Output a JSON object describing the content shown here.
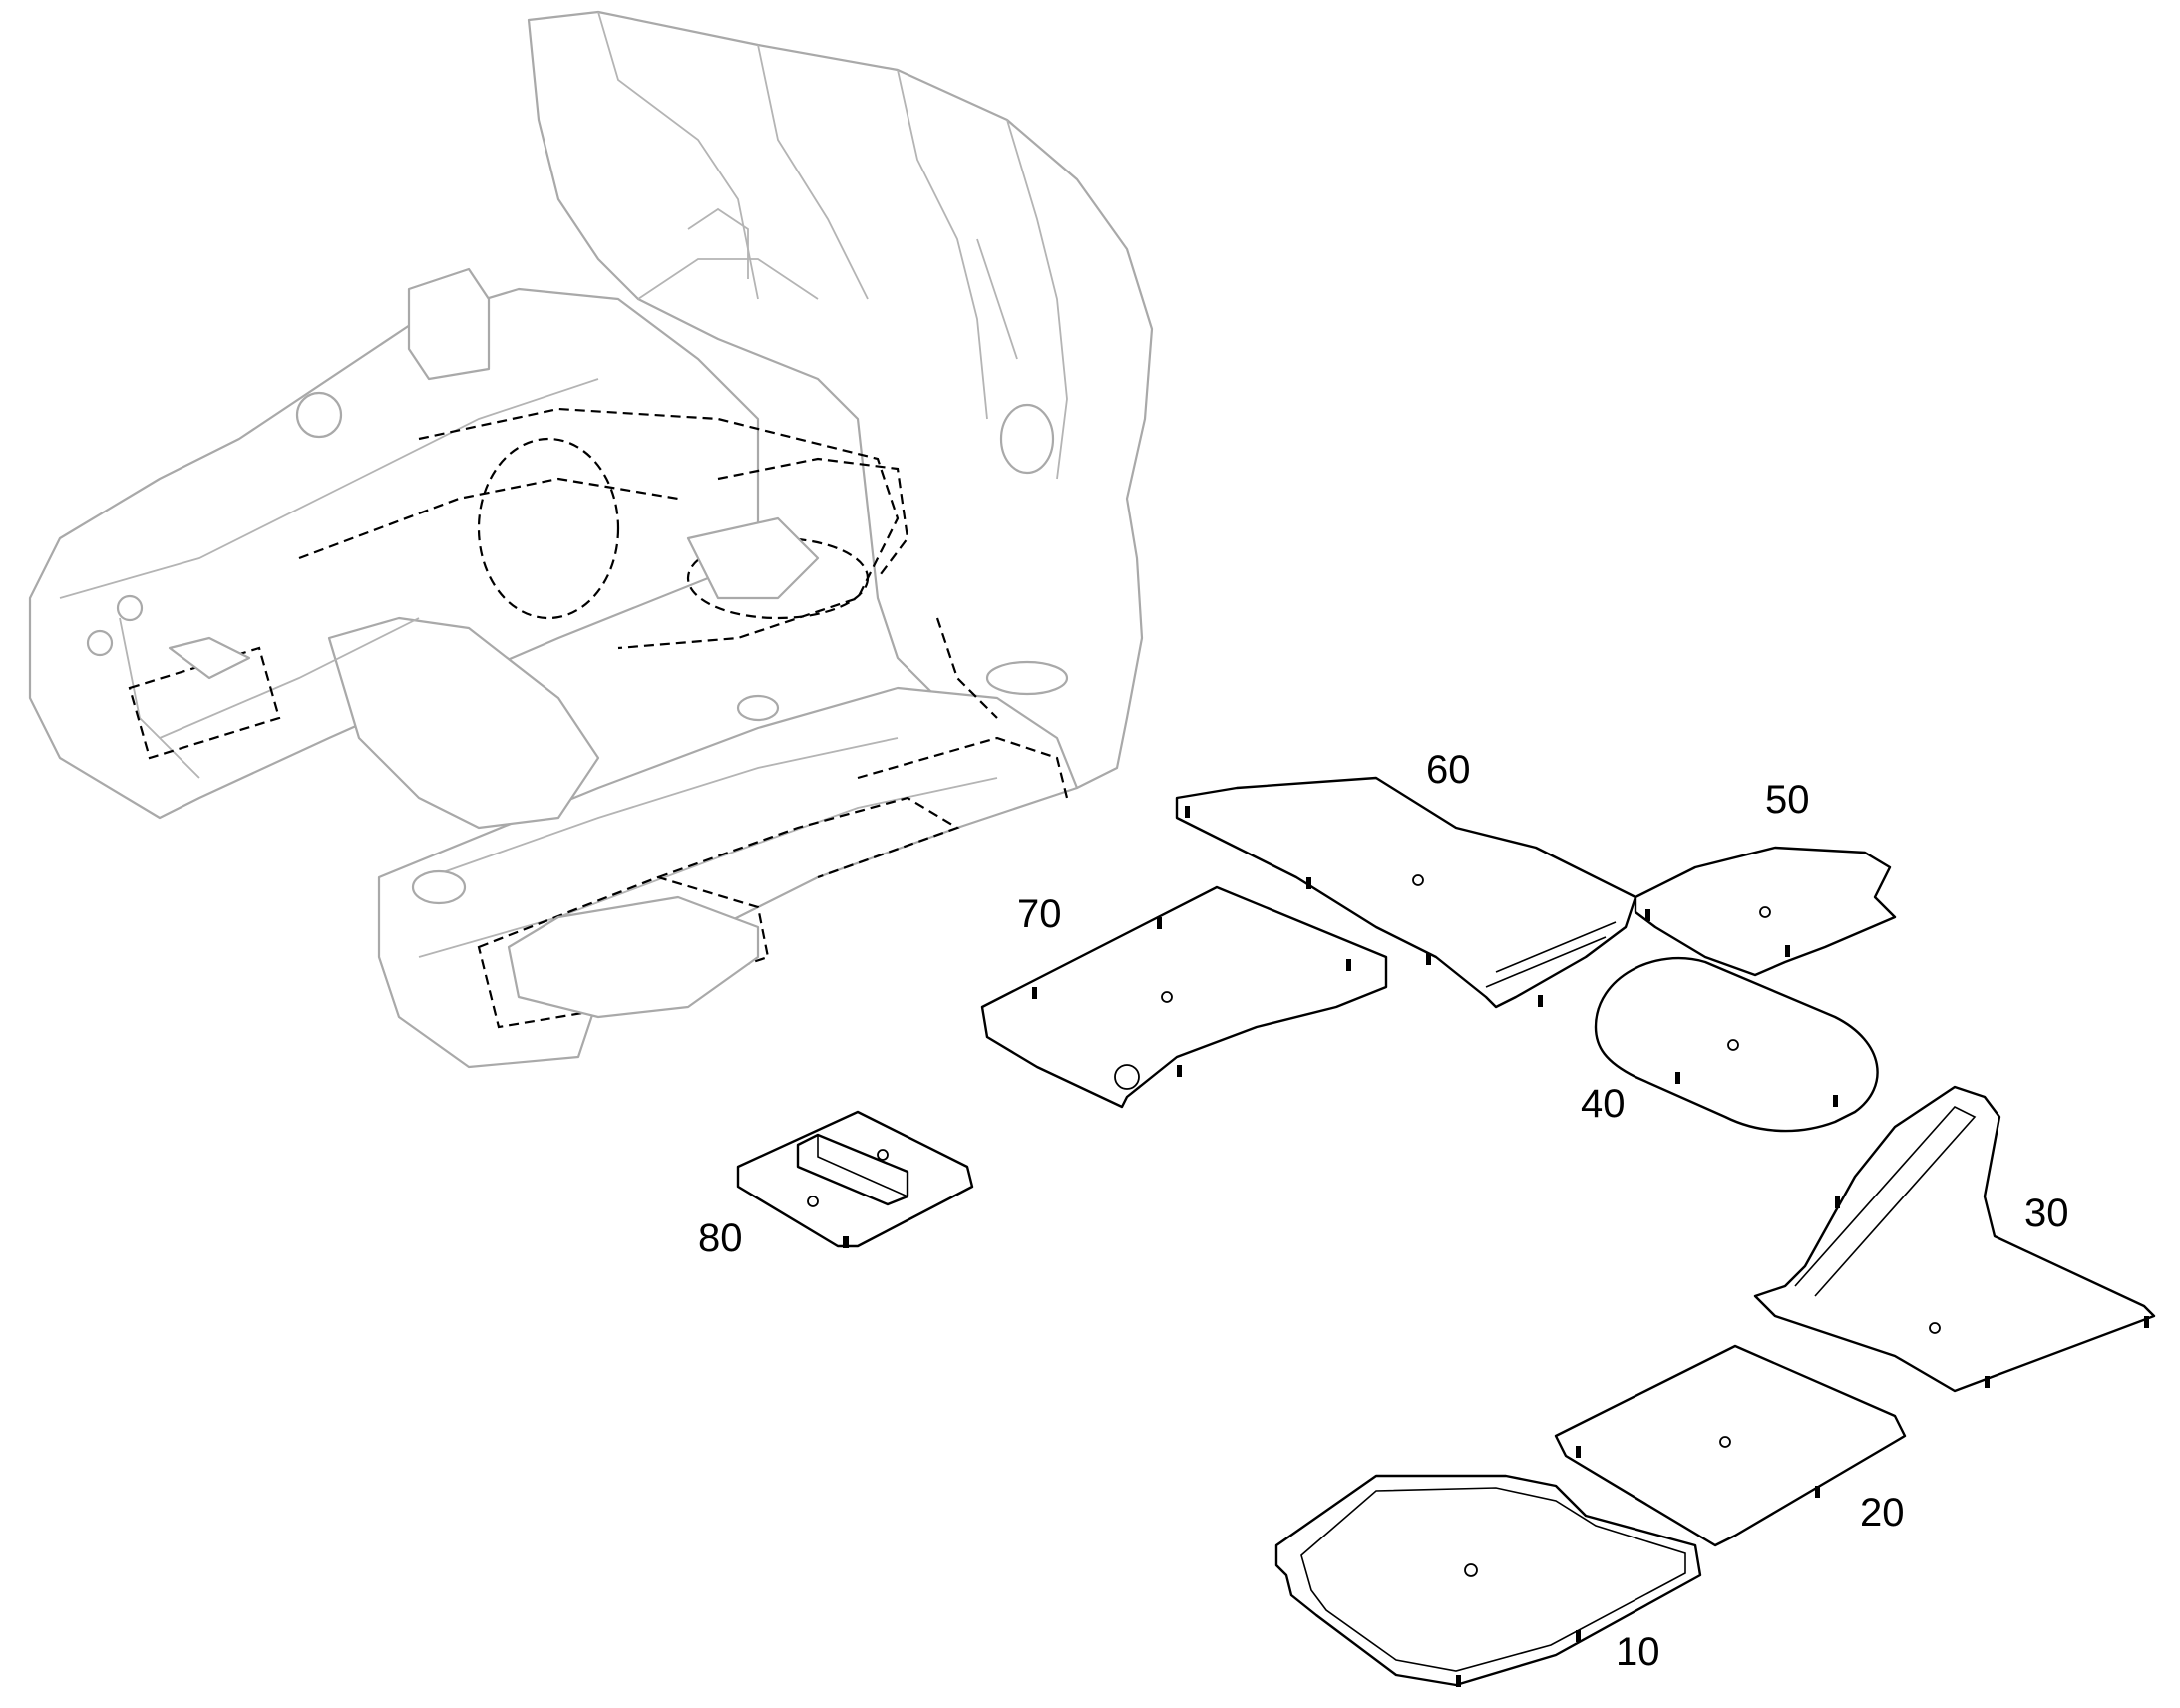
{
  "parts": [
    {
      "id": "p10",
      "label": "10"
    },
    {
      "id": "p20",
      "label": "20"
    },
    {
      "id": "p30",
      "label": "30"
    },
    {
      "id": "p40",
      "label": "40"
    },
    {
      "id": "p50",
      "label": "50"
    },
    {
      "id": "p60",
      "label": "60"
    },
    {
      "id": "p70",
      "label": "70"
    },
    {
      "id": "p80",
      "label": "80"
    }
  ],
  "colors": {
    "frame_stroke": "#a9a9a9",
    "part_stroke": "#000000",
    "background": "#ffffff"
  }
}
